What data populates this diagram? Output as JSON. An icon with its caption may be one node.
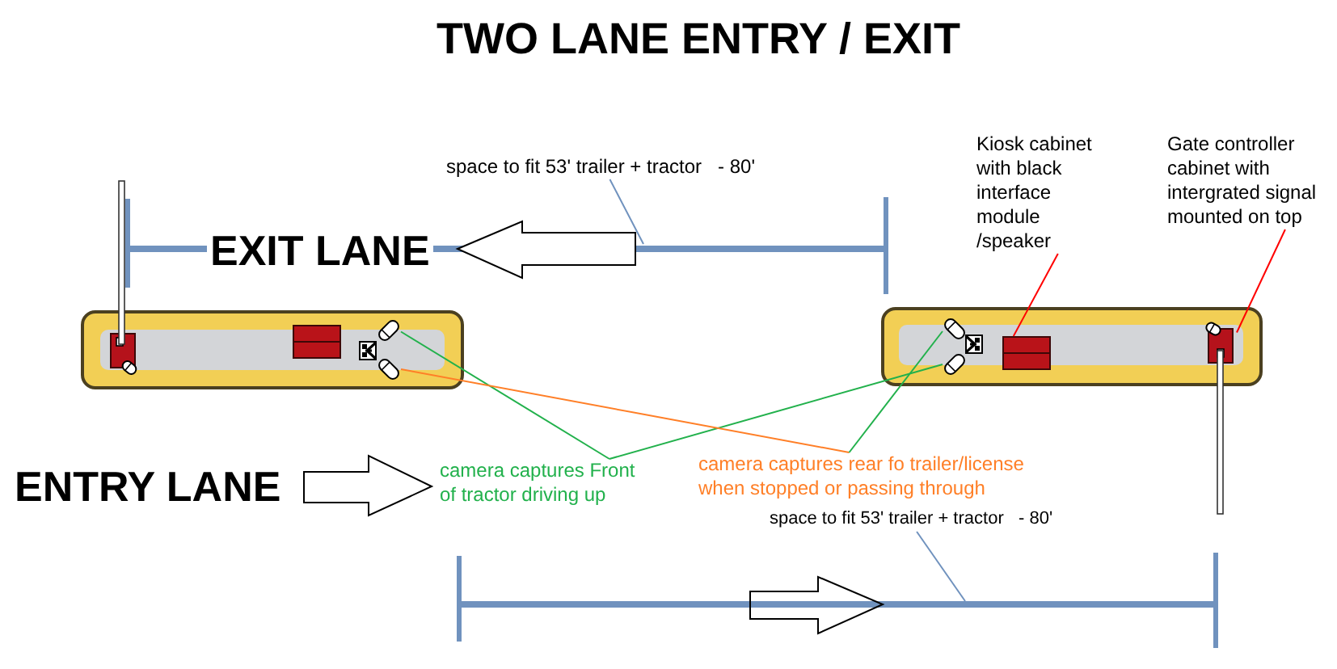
{
  "diagram": {
    "title": "TWO LANE ENTRY / EXIT",
    "nodes": [
      {
        "text": [
          "Kiosk cabinet with black interface module /speaker"
        ]
      },
      {
        "text": [
          "Gate controller cabinet with intergrated signal mounted on top"
        ]
      },
      {
        "text": [
          "space to fit 53' trailer + tractor   - 80'"
        ]
      },
      {
        "text": [],
        "shape": "box"
      },
      {
        "text": [],
        "shape": "box",
        "in": 3
      },
      {
        "text": [],
        "shape": "box",
        "in": 3
      },
      {
        "text": [],
        "shape": "picture",
        "in": 3
      },
      {
        "text": [],
        "shape": "picture",
        "in": 3
      },
      {
        "text": [],
        "shape": "box"
      },
      {
        "text": [],
        "shape": "picture",
        "in": 8
      },
      {
        "text": [],
        "shape": "picture",
        "in": 8
      },
      {
        "text": [],
        "shape": "box",
        "in": 8
      },
      {
        "text": [],
        "shape": "box",
        "in": 8
      },
      {
        "text": [
          "camera captures Front of tractor driving up"
        ]
      },
      {
        "text": [
          "camera captures rear fo trailer/license when stopped or passing through"
        ]
      },
      {
        "text": [
          "space to fit 53' trailer + tractor   - 80'"
        ]
      }
    ],
    "edges": [
      {
        "from": 0,
        "to": 11,
        "arrow": "none",
        "color": "#ff0000"
      },
      {
        "from": 1,
        "to": 12,
        "arrow": "none",
        "color": "#ff0000"
      },
      {
        "from": 13,
        "to": 6,
        "arrow": "none",
        "color": "#22b14c"
      },
      {
        "from": 13,
        "to": 10,
        "arrow": "none",
        "color": "#22b14c"
      },
      {
        "from": 14,
        "to": 7,
        "arrow": "none",
        "color": "#ff7f27"
      },
      {
        "from": 14,
        "to": 9,
        "arrow": "none",
        "color": "#22b14c"
      },
      {
        "from": 2,
        "to": null,
        "arrow": "none",
        "color": "#7092be"
      },
      {
        "from": 15,
        "to": null,
        "arrow": "none",
        "color": "#7092be"
      }
    ],
    "labels": [
      "EXIT LANE",
      "ENTRY LANE"
    ]
  }
}
